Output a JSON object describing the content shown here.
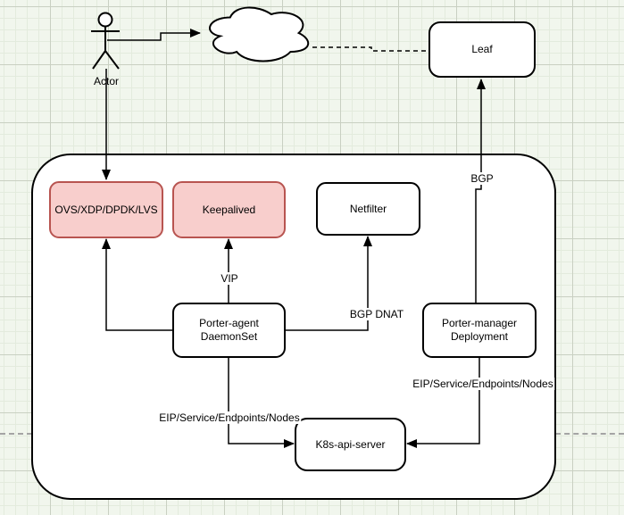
{
  "actor": {
    "label": "Actor"
  },
  "nodes": {
    "leaf": {
      "label": "Leaf"
    },
    "ovs": {
      "label": "OVS/XDP/DPDK/LVS"
    },
    "keepalived": {
      "label": "Keepalived"
    },
    "netfilter": {
      "label": "Netfilter"
    },
    "porter_agent": {
      "label": "Porter-agent\nDaemonSet"
    },
    "porter_manager": {
      "label": "Porter-manager\nDeployment"
    },
    "k8s_api_server": {
      "label": "K8s-api-server"
    }
  },
  "edges": {
    "vip": {
      "label": "VIP",
      "from": "Porter-agent DaemonSet",
      "to": "Keepalived"
    },
    "bgp": {
      "label": "BGP",
      "from": "Porter-manager Deployment",
      "to": "Leaf"
    },
    "bgp_dnat": {
      "label": "BGP DNAT",
      "from": "Porter-agent DaemonSet",
      "to": "Netfilter"
    },
    "eip_left": {
      "label": "EIP/Service/Endpoints/Nodes",
      "from": "Porter-agent DaemonSet",
      "to": "K8s-api-server"
    },
    "eip_right": {
      "label": "EIP/Service/Endpoints/Nodes",
      "from": "Porter-manager Deployment",
      "to": "K8s-api-server"
    }
  },
  "colors": {
    "highlight_fill": "#f8cecc",
    "highlight_stroke": "#b85450",
    "node_fill": "#ffffff",
    "node_stroke": "#000000",
    "edge_stroke": "#000000",
    "canvas_bg": "#f1f6ed",
    "grid_minor": "#e3ebdd",
    "grid_major": "#c9d0c2",
    "page_boundary_dash": "#a4a4a4"
  }
}
